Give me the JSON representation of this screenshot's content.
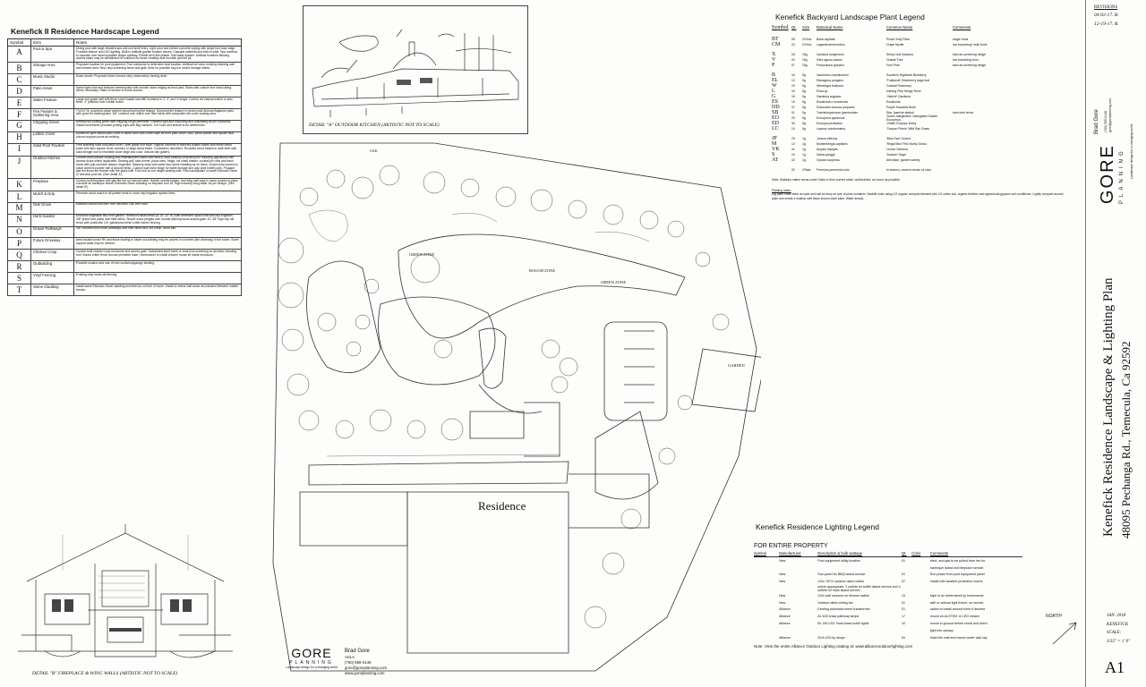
{
  "hardscape": {
    "title": "Kenefick II Residence Hardscape Legend",
    "headers": [
      "Symbol",
      "Item",
      "Notes"
    ],
    "rows": [
      {
        "s": "A",
        "i": "Pool & Spa",
        "n": "Diving pool with large elevated spa and roof shelf entry. Light color and etched concrete coping with single bull-nose edge. Fountain feature and LED lighting. Built-in artificial granite boulder pieces. Cascade waterfall and built-in slide. Spa overflow to cascade over tiered quartzite ledger spillway. Pebble-tech like plaster. Salt water system. Artificial boulders flanking access stairs may be substituted for columns for those creating near fountain grid fire pit."
      },
      {
        "s": "B",
        "i": "Storage Area",
        "n": "Proposed location for pool equipment. Pool contractor to determine best location. Artificial turf area, existing retaining wall and cement area. New vinyl screening fence and gate. Area for possible dog run and/or storage sheds."
      },
      {
        "s": "C",
        "i": "Music Studio",
        "n": "Music studio: Proposed future second story observatory viewing deck."
      },
      {
        "s": "D",
        "i": "Patio Areas",
        "n": "Same light color and textured cement patio with smooth stone edging as front yard. Stairs with custom iron hand railing where necessary. Stairs to terrace to home access."
      },
      {
        "s": "E",
        "i": "Water Feature",
        "n": "Large sub-grade well with three cored basalt monolith fountains in 2', 3', and 4' height. Control via manual switch or auto timer. 4\" polished river cobble mulch."
      },
      {
        "s": "F",
        "i": "Fire Feature & Gathering Area",
        "n": "7'x4'x1' ht. poured-in-place cement wood burning fire feature. Surround fire feature in mixed color Arizona flagstone patio with grout for seating patio. 3/8\" crushed rock mulch over filter fabric with composite trim outer seating area."
      },
      {
        "s": "G",
        "i": "Chipping Green",
        "n": "Artificial turf putting green with chipping rough perimeter. Graceful light and mounding and undulating as per contractor. Install homeowner provided putting cups with flag markers. Turf color and texture to be determined."
      },
      {
        "s": "H",
        "i": "Lattice Cover",
        "n": "Aluminum open lattice patio cover in same color and corbel style as front patio cover. Also, same plaster and square faux column support posts as existing."
      },
      {
        "s": "I",
        "i": "Solid Roof Pavilion",
        "n": "Free-standing solid roof patio cover. Open gable roof style. Support columns in masonry plaster bases with either metal posts with faux square cover columns or large wood beam. Contractors discretion. Rounded wood beams in dark stain with solid shingle roof to resemble lower edge and color. Include rain gutters."
      },
      {
        "s": "J",
        "i": "Outdoor Kitchen",
        "n": "Custom-built outdoor cooking and entertainment island with built-in stool seating comprising the following appliances with access doors where applicable. Searing grill, side burner, pizza oven, fridge, ice chest drawer, cocktail pro sink and trash chute with pull-out trash drawer, kegerator. Masonry body with same faux stone cladding as on home. A light color poured-in-place cement counter with a smooth finish. Custom wall niche ledge for bottle storage and clay wine bottle ports. Propane gas fed linear fire feature with fire glass infill. Foot rest on bar height seating side. Faux backsplash in same Eldorado Stone or selected pool tile. (See detail 'A')"
      },
      {
        "s": "K",
        "i": "Fireplace",
        "n": "Custom-built fireplace with gas fire bar on manual valve. Hearth, mantle ledges, and wing wall caps in same poured-in-place concrete as barbeque island. Eldorado Stone cladding on fireplace and 18\" high masonry wing walls. As per design. (See detail 'B')"
      },
      {
        "s": "L",
        "i": "Mulch & Drip",
        "n": "Premium wood mulch in all planter beds to cover drip irrigation system lines."
      },
      {
        "s": "M",
        "i": "Oak Grove",
        "n": "Maintain natural leaf litter over sensitive Oak tree roots."
      },
      {
        "s": "N",
        "i": "Herb Garden",
        "n": "Enclosed vegetable and herb garden. Redwood raised beds (in 18\"-24\" ht.) with amended topsoil infill and drip irrigation. 3/8\" gravel foot paths over filter fabric. Simple wood pergola over double latching wood access gate. 42\"-48\" high cap rail fence with protective 1/4\" galvanized mesh critter barrier fencing."
      },
      {
        "s": "O",
        "i": "Gravel Pathways",
        "n": "3/8\" crushed rock mulch pathways over filter fabric and 2x4 comp. wood trim."
      },
      {
        "s": "P",
        "i": "Future Driveway",
        "n": "Area located under RV and those leading to future out-building may be poured in concrete (like driveway) in the future. Some support walls may be needed."
      },
      {
        "s": "Q",
        "i": "Chicken Coop",
        "n": "Custom built chicken coop enclosure and access gate. Galvanized steel mesh or chain-link screening on all sides including roof. Buried critter fence around perimeter base. Homeowner to install chicken house kit inside enclosure."
      },
      {
        "s": "R",
        "i": "Outbuilding",
        "n": "Possible location and size of new workshop/garage building."
      },
      {
        "s": "S",
        "i": "Vinyl Fencing",
        "n": "Existing vinyl horse-rail fencing."
      },
      {
        "s": "T",
        "i": "Stone Cladding",
        "n": "Install same Eldorado Stone cladding and lintel as on front of home. Install on select wall areas as indicated between marker arrows."
      }
    ]
  },
  "plant": {
    "title": "Kenefick Backyard Landscape Plant Legend",
    "headers": [
      "Symbol",
      "Qt.",
      "Size",
      "Botanical Name",
      "Common Name",
      "Comments"
    ],
    "groups": [
      [
        [
          "BT",
          "05",
          "24\"box",
          "Butia capitata",
          "Pindo/ Jelly Palm",
          "single trunk"
        ],
        [
          "CM",
          "03",
          "24\"box",
          "Lagerstroemia indica",
          "Crape Myrtle",
          "low branching/ multi trunk"
        ]
      ],
      [
        [
          "X",
          "03",
          "15g",
          "Xylosma congestum",
          "Shiny Leaf Xylosma",
          "train as screening hedge"
        ],
        [
          "V",
          "02",
          "15g",
          "Vitex agnus-castus",
          "Chaste Tree",
          "low branching form"
        ],
        [
          "P",
          "07",
          "15g",
          "Podocarpus gracilior",
          "Fern Pine",
          "train as screening hedge"
        ]
      ],
      [
        [
          "B",
          "04",
          "5g",
          "Vaccinium corymbosum",
          "Southern Highbush Blueberry",
          ""
        ],
        [
          "EL",
          "12",
          "5g",
          "Elaeagnus pungens",
          "'Fruitlandii' Silverberry large leaf",
          ""
        ],
        [
          "W",
          "23",
          "5g",
          "Westringia fruticosa",
          "Coastal Rosemary",
          ""
        ],
        [
          "L",
          "04",
          "5g",
          "Rosa sp.",
          "Iceberg Pink Hedge Rose",
          ""
        ],
        [
          "G",
          "18",
          "5g",
          "Gardenia augusta",
          "'Veitchii' Gardenia",
          ""
        ],
        [
          "ES",
          "10",
          "5g",
          "Escallonia x exoniensis",
          "Escallonia",
          ""
        ],
        [
          "DD",
          "07",
          "5g",
          "Dodonaea viscosa purpurea",
          "Purple Hopseed Bush",
          ""
        ],
        [
          "SB",
          "01",
          "5g",
          "Trachelospermum jasminoides",
          "Star Jasmine staked",
          "train onto fence"
        ],
        [
          "EO",
          "20",
          "5g",
          "Euonymus japonicus",
          "'Aureo-marginatus' Variegated Golden Euonymus",
          ""
        ],
        [
          "ED",
          "30",
          "5g",
          "Euryops pectinatus",
          "'Viridis' Euryops Daisy",
          ""
        ],
        [
          "LC",
          "10",
          "5g",
          "Leymus condensatus",
          "'Canyon Prince' Wild Rye Grass",
          ""
        ]
      ],
      [
        [
          "JP",
          "23",
          "1g",
          "Juncus inflexus",
          "'Blue Dart' Juncus",
          ""
        ],
        [
          "M",
          "12",
          "1g",
          "Muhlenbergia capillaris",
          "'Regal Mist' Pink Muhly Grass",
          ""
        ],
        [
          "VK",
          "01",
          "1g",
          "Aloysia triphylla",
          "Lemon Verbena",
          ""
        ],
        [
          "S",
          "10",
          "1g",
          "Salvia greggii",
          "'Autumn' Sage",
          ""
        ],
        [
          "AT",
          "02",
          "1g",
          "Cynara scolymus",
          "Artichoke, garden variety",
          ""
        ]
      ],
      [
        [
          "",
          "02",
          "4\"flats",
          "Premium perennial color",
          "In season, owners choice of color",
          ""
        ]
      ]
    ],
    "note": "Note: Maintain native areas under Oaks in their current state, undisturbed, as much as possible.",
    "planting_title": "Planting notes:",
    "planting_text": "Dig plant holes twice as wide and half as deep as size of plant container. Backfill holes using 1/2 organic compost blended with 1/2 native soil, organic fertilizer and agricultural gypsum soil conditioner. Lightly compact around plant and create a shallow well basin around each plant. Water deeply."
  },
  "lighting": {
    "title": "Kenefick Residence Lighting Legend",
    "subtitle": "FOR ENTIRE PROPERTY",
    "headers": [
      "Symbol",
      "Manufacturer",
      "Description & bulb wattage",
      "Qt.",
      "Color",
      "Comments"
    ],
    "rows": [
      [
        "",
        "New",
        "Pool equipment utility location",
        "01",
        "",
        "elect. and gas to be pulled from her for"
      ],
      [
        "",
        "",
        "",
        "",
        "",
        "barbeque island and fireplace service."
      ],
      [
        "",
        "New",
        "Sub-panel for BBQ Island service",
        "01",
        "",
        "Run power from pool equipment panel"
      ],
      [
        "",
        "New",
        "110v. GFCI outdoor rated outlets",
        "07",
        "",
        "Install with weather protective covers"
      ],
      [
        "",
        "",
        "where appropriate. 2 outlets for buffet island service and 3 outlets for main island service",
        "",
        "",
        ""
      ],
      [
        "",
        "New",
        "110v wall sconces on dimmer switch",
        "13",
        "",
        "style to be determined by homeowner"
      ],
      [
        "",
        "New",
        "Outdoor rated ceiling fan",
        "01",
        "",
        "with or without light fixture, on remote"
      ],
      [
        "",
        "Alliance",
        "Existing automatic timer/ transformer",
        "01",
        "",
        "option to install second timer if desired"
      ],
      [
        "",
        "Alliance",
        "AL 400 brass pathway lamps",
        "17",
        "",
        "mount on ALSTEM 14 LED means"
      ],
      [
        "",
        "Alliance",
        "BL 180 LED Twist brass bullet lights",
        "10",
        "",
        "mount in ground before shrub and direct"
      ],
      [
        "",
        "",
        "",
        "",
        "",
        "light into canopy"
      ],
      [
        "",
        "Alliance",
        "SLH-LED lip lamps",
        "04",
        "",
        "build into wall and mount under wall cap"
      ]
    ],
    "footnote": "Note: View the entire Alliance Outdoor Lighting catalog at: www.allianceoutdoorlighting.com"
  },
  "drawing": {
    "detail_a": "DETAIL \"A\" OUTDOOR KITCHEN (ARTISTIC NOT TO SCALE)",
    "detail_b": "DETAIL \"B\" FIREPLACE & WING WALLS (ARTISTIC NOT TO SCALE)",
    "residence": "Residence",
    "green_zone": "GREEN ZONE",
    "rough_zone": "ROUGH ZONE",
    "garden": "GARDEN",
    "oak": "OAK",
    "north": "NORTH"
  },
  "designer": {
    "name": "Brad Gore",
    "line1": "ASLA",
    "line2": "(760) 555-0148",
    "line3": "gore@goreplanning.com",
    "line4": "www.goreplanning.com"
  },
  "brand": {
    "name": "GORE",
    "sub": "PLANNING",
    "tagline": "Landscape design for a changing world"
  },
  "title_block": {
    "revisions_label": "REVISIONS",
    "revisions": [
      "04-02-17. B.",
      "12-19-17. B."
    ],
    "project": "Kenefick Residence Landscape & Lighting Plan",
    "address": "48095 Pechanga Rd., Temecula, Ca 92592",
    "date": "JAN. 2018",
    "client": "KENEFICK",
    "scale_label": "SCALE:",
    "scale": "3/32\" = 1' 0\"",
    "sheet": "A1"
  }
}
